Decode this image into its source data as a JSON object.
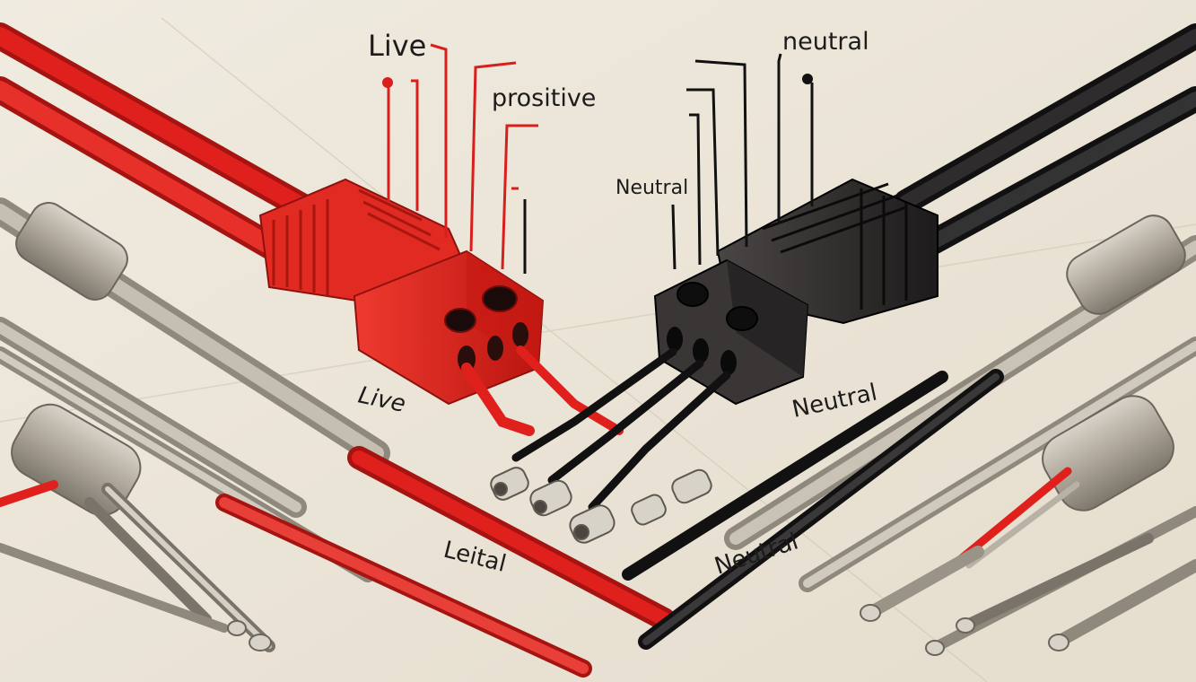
{
  "labels": {
    "live_top": "Live",
    "prositive": "prositive",
    "neutral_top": "neutral",
    "neutral_mid": "Neutral",
    "live_low": "Live",
    "neutral_right": "Neutral",
    "leital": "Leital",
    "neutral_bottom": "Neutral"
  },
  "colors": {
    "background": "#ece6da",
    "live_wire": "#e0201c",
    "neutral_wire": "#1a1a1a",
    "red_connector": "#d81f1c",
    "black_connector": "#2a2828",
    "metal": "#b8b2a6"
  }
}
